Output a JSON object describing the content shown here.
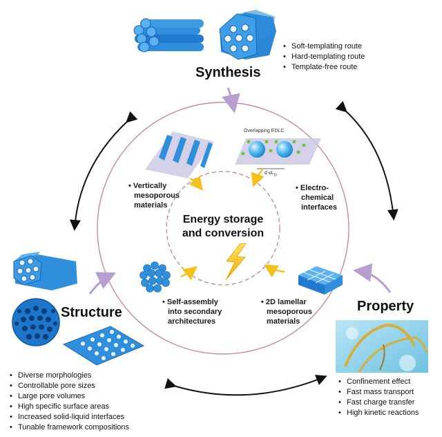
{
  "center": {
    "line1": "Energy storage",
    "line2": "and conversion"
  },
  "synthesis": {
    "title": "Synthesis",
    "routes": [
      "Soft-templating route",
      "Hard-templating route",
      "Template-free route"
    ]
  },
  "structure": {
    "title": "Structure",
    "features": [
      "Diverse morphologies",
      "Controllable pore sizes",
      "Large pore volumes",
      "High specific surface areas",
      "Increased solid-liquid interfaces",
      "Tunable framework compositions"
    ]
  },
  "property": {
    "title": "Property",
    "features": [
      "Confinement effect",
      "Fast mass transport",
      "Fast charge transfer",
      "High kinetic reactions"
    ]
  },
  "inner_labels": {
    "vertically": [
      "Vertically",
      "mesoporous",
      "materials"
    ],
    "electrochemical": [
      "Electro-",
      "chemical",
      "interfaces"
    ],
    "self_assembly": [
      "Self-assembly",
      "into secondary",
      "architectures"
    ],
    "lamellar": [
      "2D lamellar",
      "mesoporous",
      "materials"
    ]
  },
  "edlc": {
    "caption": "Overlapping EDLC",
    "dimension": "d ≤L",
    "subscript": "D"
  },
  "colors": {
    "blue": "#2f8fdc",
    "dark_blue": "#1764b4",
    "ring": "#c98a8f",
    "lightning": "#f3c416",
    "arrow": "#b69fd0"
  }
}
